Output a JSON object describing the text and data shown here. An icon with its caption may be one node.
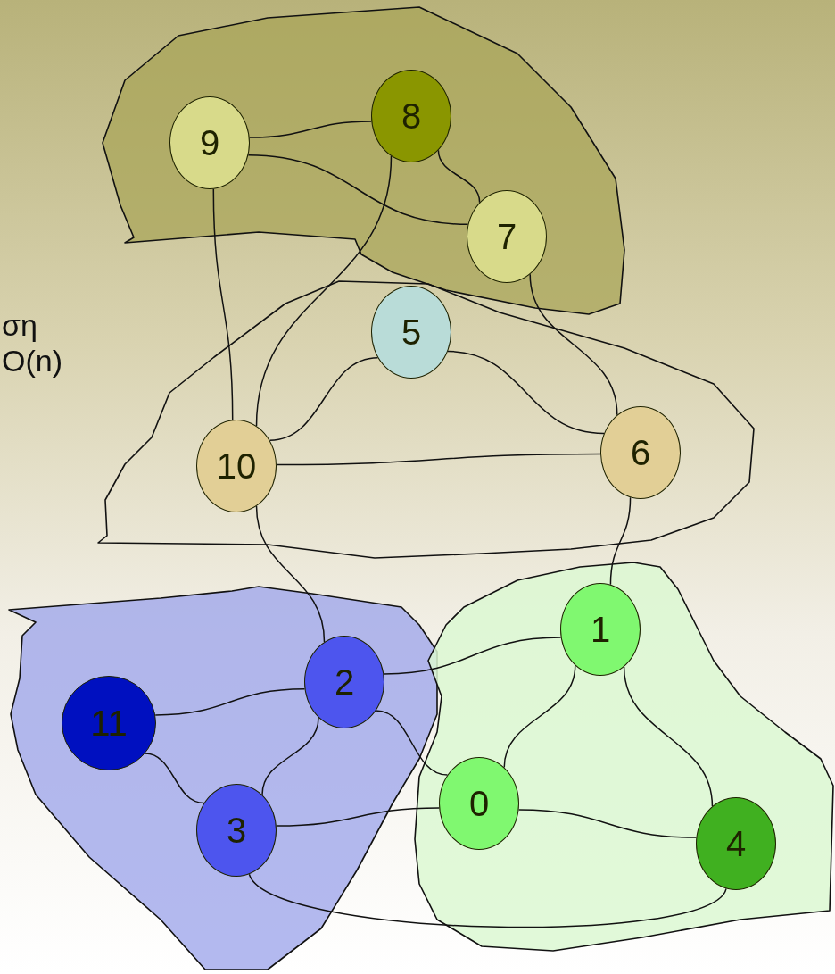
{
  "diagram": {
    "nodes": [
      {
        "text": [],
        "shape": "cloud"
      },
      {
        "text": [
          "9"
        ],
        "in": 0
      },
      {
        "text": [
          "8"
        ],
        "in": 0
      },
      {
        "text": [
          "7"
        ],
        "in": 0
      },
      {
        "text": [],
        "shape": "cloud"
      },
      {
        "text": [
          "5"
        ],
        "in": 4
      },
      {
        "text": [
          "10"
        ],
        "in": 4
      },
      {
        "text": [
          "6"
        ],
        "in": 4
      },
      {
        "text": [],
        "shape": "cloud"
      },
      {
        "text": [
          "11"
        ],
        "in": 8
      },
      {
        "text": [
          "2"
        ],
        "in": 8
      },
      {
        "text": [
          "3"
        ],
        "in": 8
      },
      {
        "text": [],
        "shape": "cloud"
      },
      {
        "text": [
          "1"
        ],
        "in": 12
      },
      {
        "text": [
          "0"
        ],
        "in": 12
      },
      {
        "text": [
          "4"
        ],
        "in": 12
      }
    ],
    "edges": [
      {
        "from": 1,
        "to": 2,
        "arrow": "none"
      },
      {
        "from": 2,
        "to": 3,
        "arrow": "none"
      },
      {
        "from": 1,
        "to": 3,
        "arrow": "none"
      },
      {
        "from": 1,
        "to": 6,
        "arrow": "none"
      },
      {
        "from": 2,
        "to": 6,
        "arrow": "none"
      },
      {
        "from": 3,
        "to": 7,
        "arrow": "none"
      },
      {
        "from": 5,
        "to": 6,
        "arrow": "none"
      },
      {
        "from": 5,
        "to": 7,
        "arrow": "none"
      },
      {
        "from": 6,
        "to": 7,
        "arrow": "none"
      },
      {
        "from": 6,
        "to": 10,
        "arrow": "none"
      },
      {
        "from": 7,
        "to": 13,
        "arrow": "none"
      },
      {
        "from": 9,
        "to": 10,
        "arrow": "none"
      },
      {
        "from": 9,
        "to": 11,
        "arrow": "none"
      },
      {
        "from": 10,
        "to": 11,
        "arrow": "none"
      },
      {
        "from": 10,
        "to": 13,
        "arrow": "none"
      },
      {
        "from": 10,
        "to": 14,
        "arrow": "none"
      },
      {
        "from": 11,
        "to": 14,
        "arrow": "none"
      },
      {
        "from": 13,
        "to": 14,
        "arrow": "none"
      },
      {
        "from": 13,
        "to": 15,
        "arrow": "none"
      },
      {
        "from": 14,
        "to": 15,
        "arrow": "none"
      },
      {
        "from": 11,
        "to": 15,
        "arrow": "none"
      }
    ],
    "labels": [
      "ση",
      "O(n)"
    ]
  }
}
